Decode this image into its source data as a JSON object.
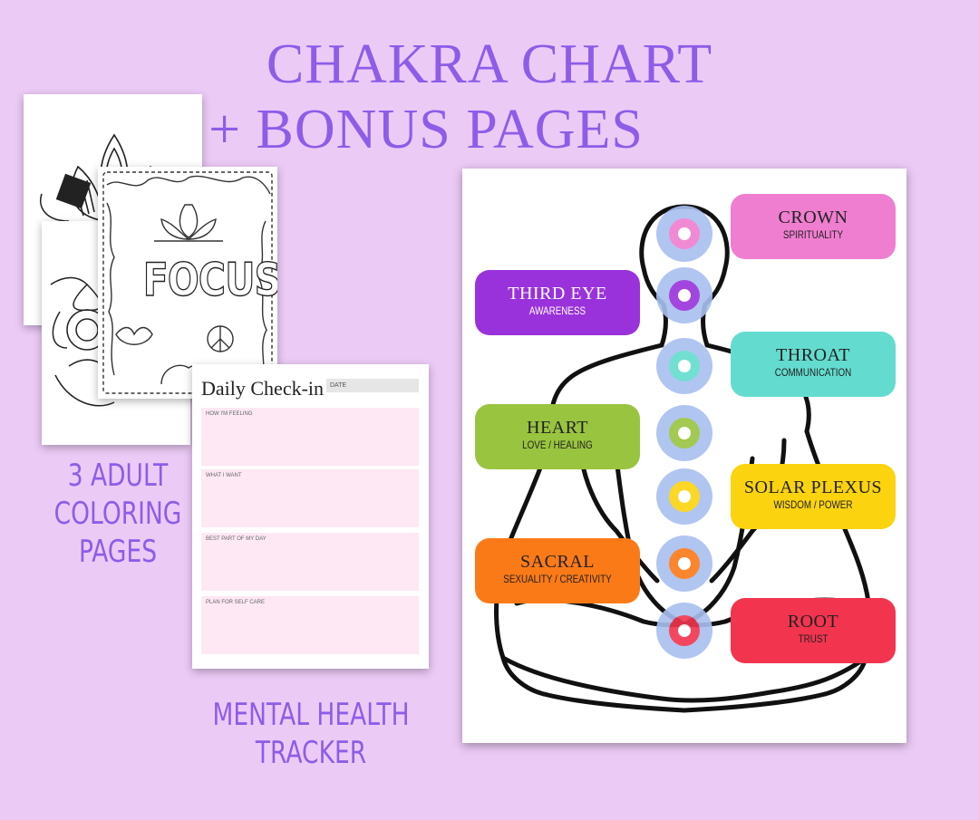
{
  "title": {
    "line1": "CHAKRA CHART",
    "line2": "+ BONUS PAGES"
  },
  "coloring": {
    "caption": [
      "3 ADULT",
      "COLORING",
      "PAGES"
    ],
    "focus_word": "FOCUS"
  },
  "checkin": {
    "title": "Daily Check-in",
    "date_label": "DATE",
    "boxes": [
      "HOW I'M FEELING",
      "WHAT I WANT",
      "BEST PART OF MY DAY",
      "PLAN FOR SELF CARE"
    ]
  },
  "tracker_caption": [
    "MENTAL HEALTH",
    "TRACKER"
  ],
  "chakras": [
    {
      "name": "CROWN",
      "sub": "SPIRITUALITY",
      "color": "#f07ed0",
      "dot": "#f07ed0",
      "text": "#222222"
    },
    {
      "name": "THIRD EYE",
      "sub": "AWARENESS",
      "color": "#9a32dc",
      "dot": "#9a32dc",
      "text": "#ffffff"
    },
    {
      "name": "THROAT",
      "sub": "COMMUNICATION",
      "color": "#63dccf",
      "dot": "#63dccf",
      "text": "#222222"
    },
    {
      "name": "HEART",
      "sub": "LOVE / HEALING",
      "color": "#99c43f",
      "dot": "#99c43f",
      "text": "#222222"
    },
    {
      "name": "SOLAR PLEXUS",
      "sub": "WISDOM / POWER",
      "color": "#fbd30f",
      "dot": "#fbd30f",
      "text": "#222222"
    },
    {
      "name": "SACRAL",
      "sub": "SEXUALITY / CREATIVITY",
      "color": "#fb7a18",
      "dot": "#fb7a18",
      "text": "#222222"
    },
    {
      "name": "ROOT",
      "sub": "TRUST",
      "color": "#f2344e",
      "dot": "#f2344e",
      "text": "#222222"
    }
  ],
  "colors": {
    "background": "#eccaf6",
    "accent": "#8e5ce8",
    "halo": "#a9bff0"
  }
}
